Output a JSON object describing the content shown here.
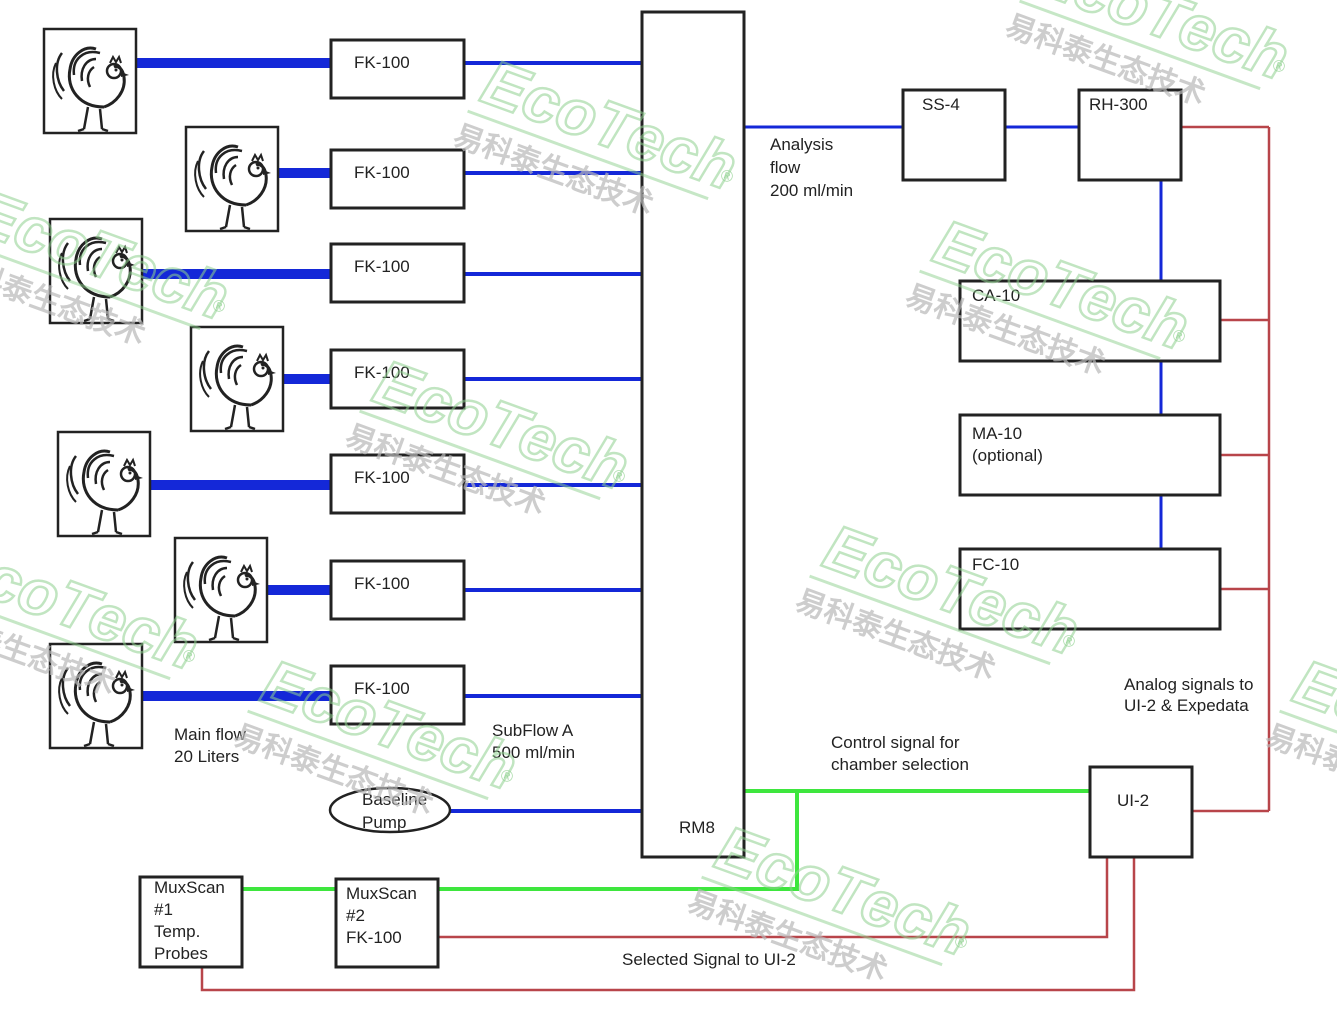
{
  "diagram": {
    "rm8": {
      "label": "RM8"
    },
    "chambers": [
      {
        "name": "chicken-icon-1",
        "flow_meter": "FK-100"
      },
      {
        "name": "chicken-icon-2",
        "flow_meter": "FK-100"
      },
      {
        "name": "chicken-icon-3",
        "flow_meter": "FK-100"
      },
      {
        "name": "chicken-icon-4",
        "flow_meter": "FK-100"
      },
      {
        "name": "chicken-icon-5",
        "flow_meter": "FK-100"
      },
      {
        "name": "chicken-icon-6",
        "flow_meter": "FK-100"
      },
      {
        "name": "chicken-icon-7",
        "flow_meter": "FK-100"
      }
    ],
    "labels": {
      "main_flow_1": "Main flow",
      "main_flow_2": "20 Liters",
      "subflow_1": "SubFlow A",
      "subflow_2": "500 ml/min",
      "baseline_1": "Baseline",
      "baseline_2": "Pump",
      "analysis_1": "Analysis",
      "analysis_2": "flow",
      "analysis_3": "200 ml/min",
      "control_1": "Control signal for",
      "control_2": "chamber selection",
      "analog_1": "Analog signals to",
      "analog_2": "UI-2 & Expedata",
      "selected": "Selected Signal to UI-2"
    },
    "analyzers": {
      "ss4": "SS-4",
      "rh300": "RH-300",
      "ca10": "CA-10",
      "ma10_1": "MA-10",
      "ma10_2": "(optional)",
      "fc10": "FC-10",
      "ui2": "UI-2"
    },
    "muxscan1": [
      "MuxScan",
      "#1",
      "Temp.",
      "Probes"
    ],
    "muxscan2": [
      "MuxScan",
      "#2",
      "FK-100"
    ],
    "watermark": {
      "brand": "EcoTech",
      "reg": "®",
      "cn": "易科泰生态技术"
    },
    "colors": {
      "air_line": "#1428d8",
      "control_line": "#3ee63e",
      "signal_line": "#b8454a",
      "box_stroke": "#222222"
    }
  }
}
